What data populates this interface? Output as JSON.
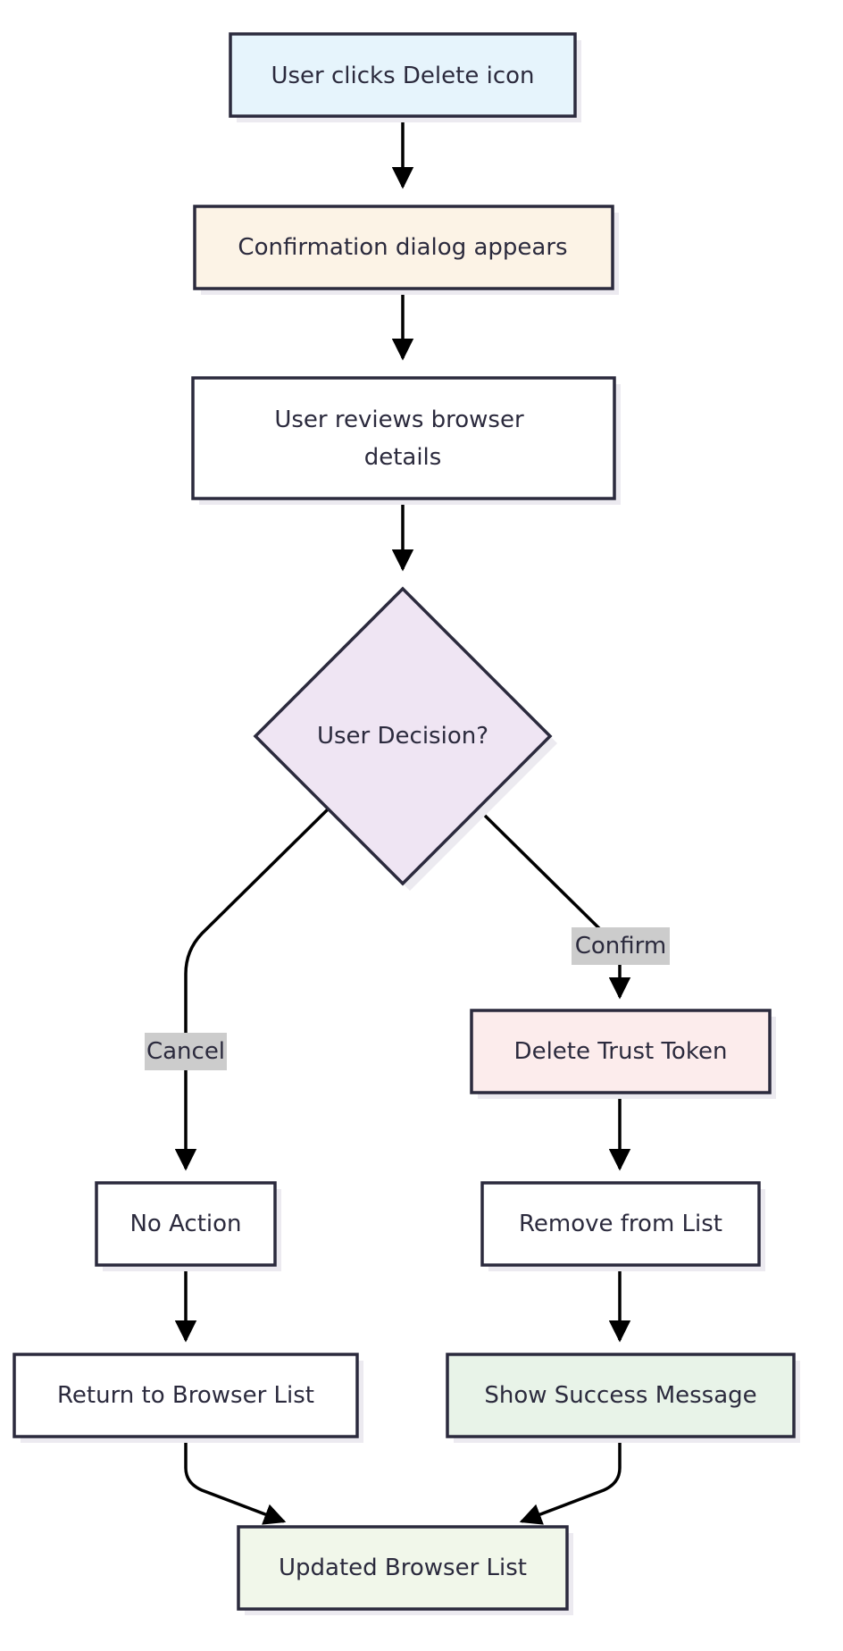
{
  "colors": {
    "stroke": "#2b2a3d",
    "edge": "#000000",
    "shadow": "#eceaf0",
    "label_bg": "#cccccc",
    "start_fill": "#e6f4fc",
    "dialog_fill": "#fcf3e6",
    "decision_fill": "#efe5f3",
    "delete_fill": "#fcecec",
    "success_fill": "#e8f3e8",
    "end_fill": "#f1f7ea",
    "plain_fill": "#ffffff"
  },
  "nodes": {
    "start": "User clicks Delete icon",
    "dialog": "Confirmation dialog appears",
    "review_line1": "User reviews browser",
    "review_line2": "details",
    "decision": "User Decision?",
    "delete_token": "Delete Trust Token",
    "remove_list": "Remove from List",
    "success": "Show Success Message",
    "no_action": "No Action",
    "return_list": "Return to Browser List",
    "end": "Updated Browser List"
  },
  "edge_labels": {
    "confirm": "Confirm",
    "cancel": "Cancel"
  }
}
